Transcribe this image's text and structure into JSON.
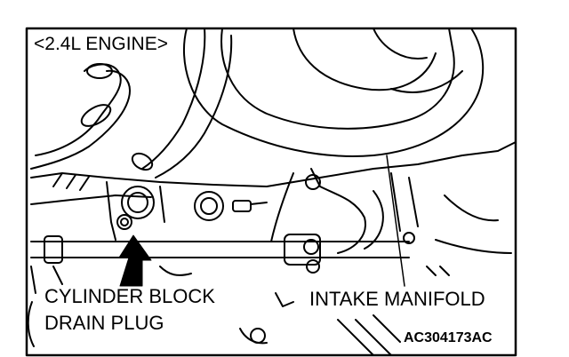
{
  "diagram": {
    "title": "<2.4L ENGINE>",
    "labels": {
      "cylinder_block_line1": "CYLINDER BLOCK",
      "cylinder_block_line2": "DRAIN PLUG",
      "intake_manifold": "INTAKE MANIFOLD"
    },
    "figure_code": "AC304173AC",
    "colors": {
      "ink": "#000000",
      "paper": "#ffffff"
    }
  }
}
